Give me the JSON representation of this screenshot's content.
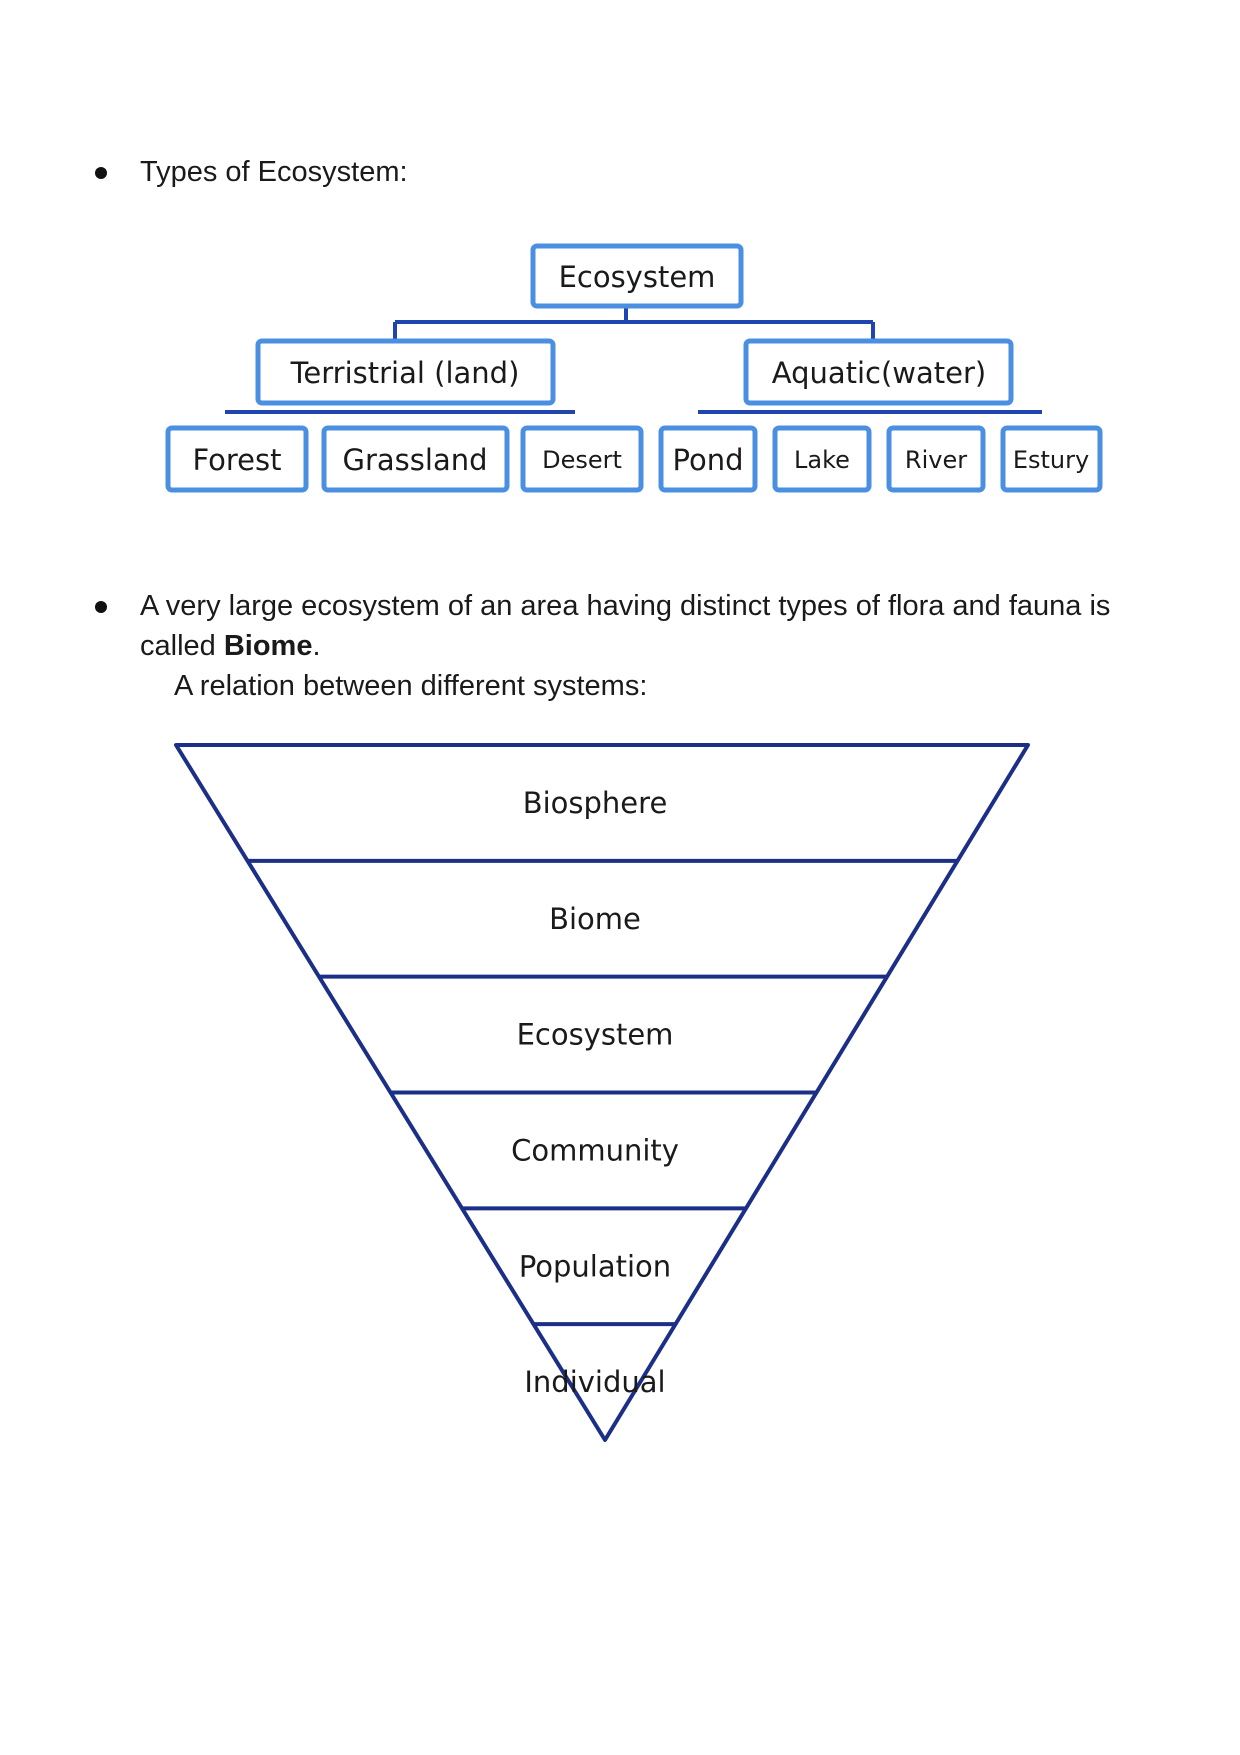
{
  "section1": {
    "heading": "Types of Ecosystem:"
  },
  "tree": {
    "root": "Ecosystem",
    "branches": [
      {
        "label": "Terristrial (land)",
        "children": [
          "Forest",
          "Grassland",
          "Desert"
        ]
      },
      {
        "label": "Aquatic(water)",
        "children": [
          "Pond",
          "Lake",
          "River",
          "Estury"
        ]
      }
    ]
  },
  "section2": {
    "line1": "A very large ecosystem of an area having distinct types of flora and fauna is",
    "line2_prefix": "called ",
    "line2_bold": "Biome",
    "line2_suffix": ".",
    "subheading": "A relation between different systems:"
  },
  "pyramid": {
    "levels": [
      "Biosphere",
      "Biome",
      "Ecosystem",
      "Community",
      "Population",
      "Individual"
    ]
  },
  "colors": {
    "box_border": "#4a8fe0",
    "connector": "#1f45b0",
    "pyramid_stroke": "#1c2f86"
  }
}
